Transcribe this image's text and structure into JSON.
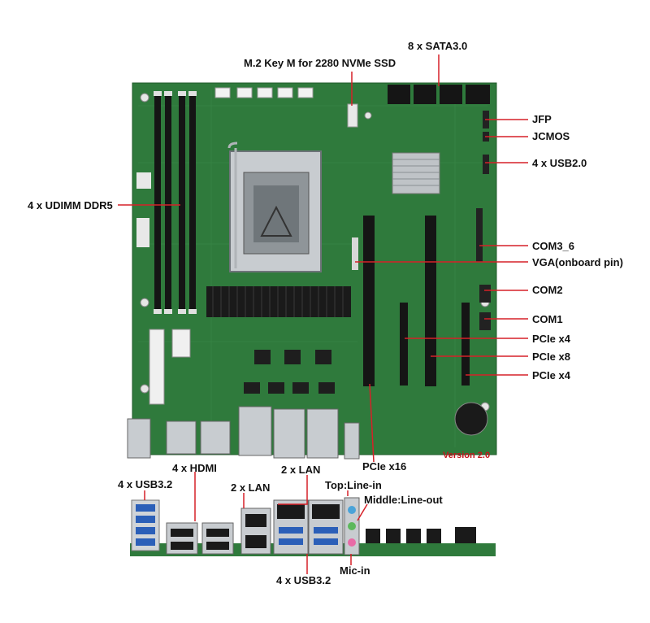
{
  "colors": {
    "pcb": "#2f7a3c",
    "pcb_dark": "#24602f",
    "slot": "#151515",
    "leader": "#d62128",
    "text": "#111111",
    "version_text": "#c4161c",
    "metal": "#c8ccd0"
  },
  "labels": {
    "m2": "M.2 Key M for 2280 NVMe SSD",
    "sata": "8 x SATA3.0",
    "jfp": "JFP",
    "jcmos": "JCMOS",
    "usb20": "4 x USB2.0",
    "ddr5": "4 x UDIMM DDR5",
    "com3_6": "COM3_6",
    "vga": "VGA(onboard pin)",
    "com2": "COM2",
    "com1": "COM1",
    "pcie_x4_a": "PCIe x4",
    "pcie_x8": "PCIe x8",
    "pcie_x4_b": "PCIe x4",
    "pcie_x16": "PCIe x16",
    "version": "Version 2.0",
    "hdmi": "4 x HDMI",
    "lan2_top": "2 x LAN",
    "usb32_left": "4 x USB3.2",
    "lan2_small": "2 x LAN",
    "line_in": "Top:Line-in",
    "line_out": "Middle:Line-out",
    "usb32_bottom": "4 x USB3.2",
    "mic_in": "Mic-in"
  }
}
